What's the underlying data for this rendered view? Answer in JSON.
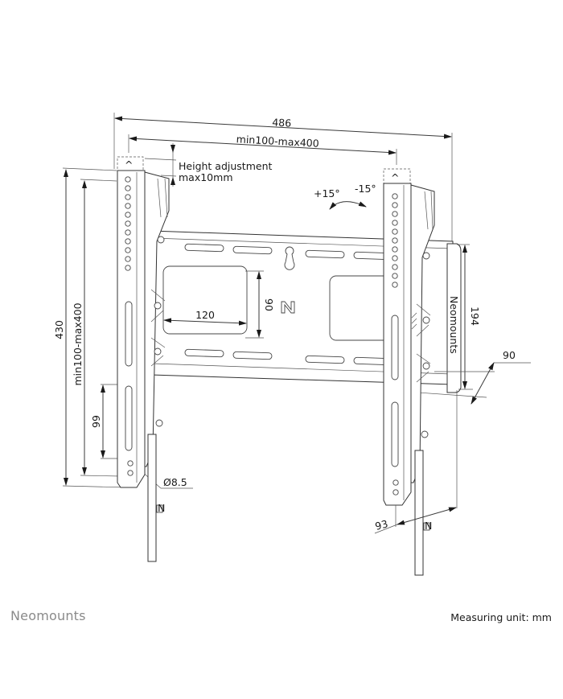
{
  "diagram": {
    "title": "Tilting wall mount dimension drawing",
    "product_type": "TV wall mount (tilt)",
    "dimensions": {
      "overall_width": "486",
      "vesa_width_range": "min100-max400",
      "height_adjustment_line1": "Height adjustment",
      "height_adjustment_line2": "max10mm",
      "tilt_plus": "+15°",
      "tilt_minus": "-15°",
      "overall_height": "430",
      "vesa_height_range": "min100-max400",
      "wall_plate_hole_width": "120",
      "wall_plate_hole_height": "90",
      "wall_plate_height": "194",
      "depth_wall_plate": "90",
      "bottom_hole_spacing": "99",
      "hole_diameter": "Ø8.5",
      "max_depth": "93"
    },
    "markings": {
      "logo_mark": "N",
      "wall_plate_label": "Neomounts",
      "tag_label": "N"
    },
    "colors": {
      "line": "#333333",
      "text": "#1a1a1a",
      "brand_gray": "#8a8a8a",
      "background": "#ffffff"
    }
  },
  "footer": {
    "brand": "Neomounts",
    "unit_label": "Measuring unit: mm"
  }
}
